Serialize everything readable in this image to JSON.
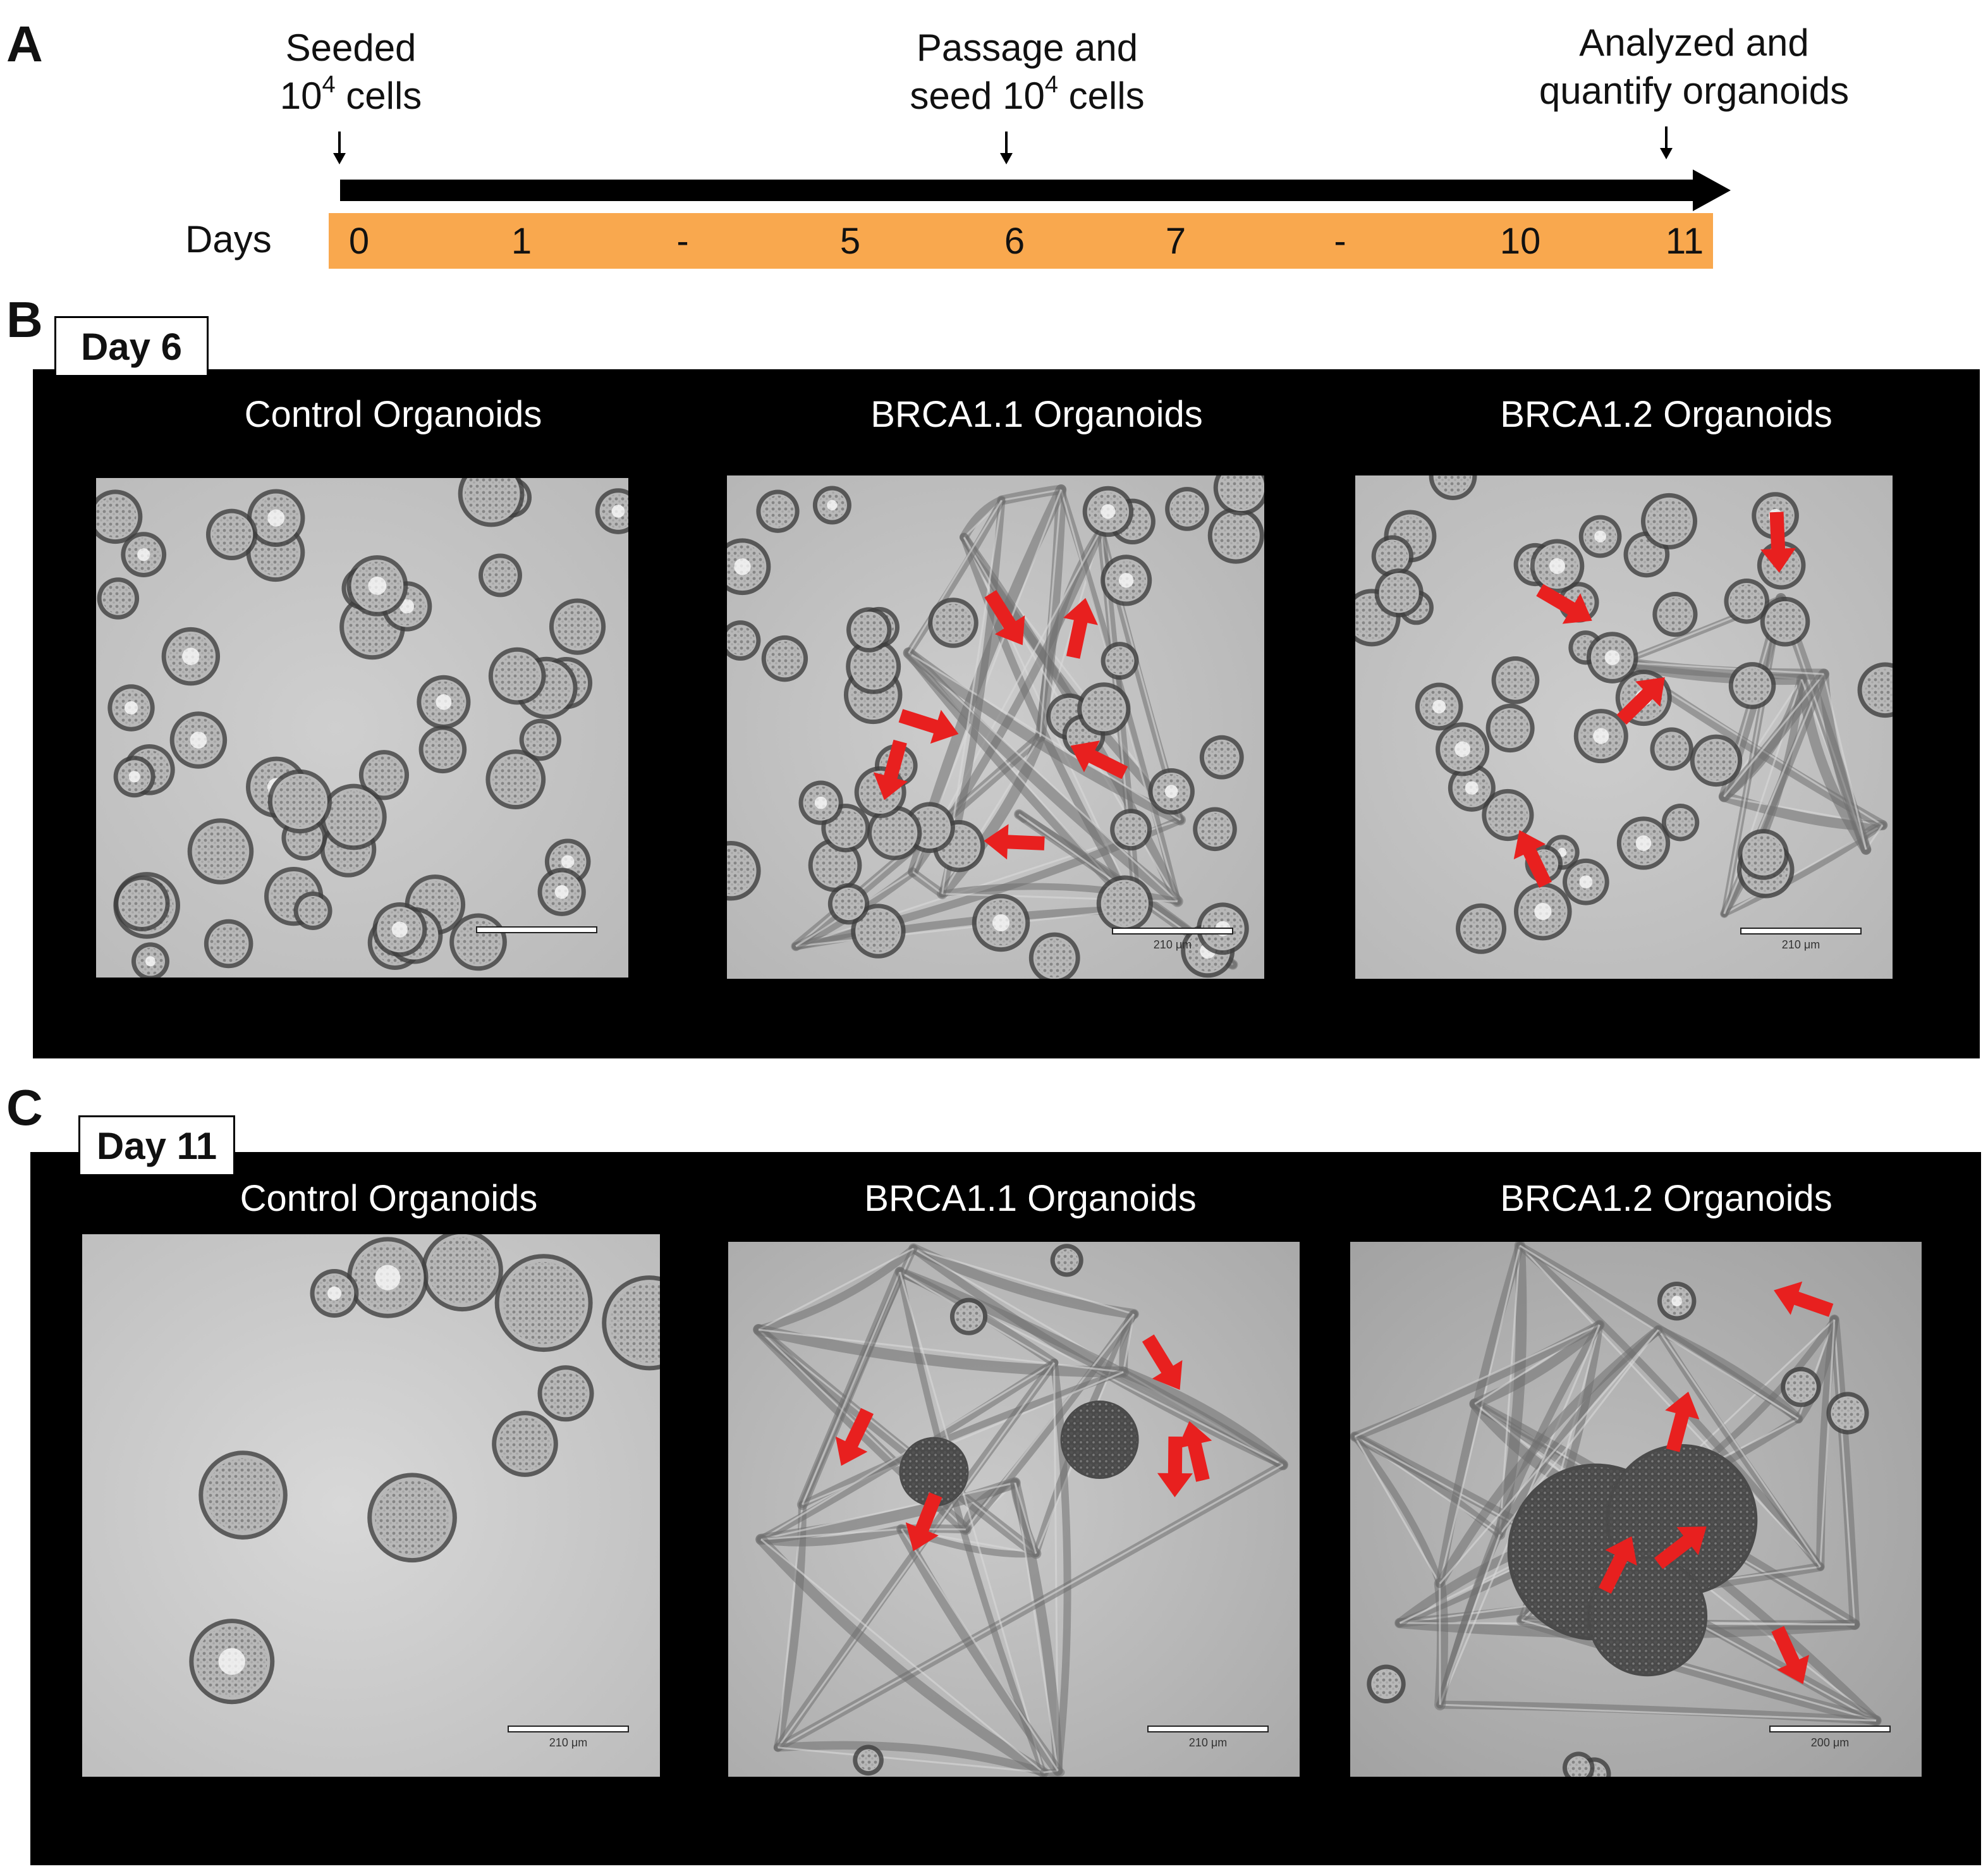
{
  "panels": {
    "a": {
      "letter": "A",
      "events": {
        "seeded": {
          "line1": "Seeded",
          "line2_pre": "10",
          "line2_sup": "4",
          "line2_post": " cells"
        },
        "passage": {
          "line1": "Passage and",
          "line2_pre": "seed 10",
          "line2_sup": "4",
          "line2_post": " cells"
        },
        "analyzed": {
          "line1": "Analyzed and",
          "line2": "quantify organoids"
        }
      },
      "days_label": "Days",
      "day_ticks": [
        "0",
        "1",
        "-",
        "5",
        "6",
        "7",
        "-",
        "10",
        "11"
      ],
      "colors": {
        "timeline_bar": "#f9a84e",
        "arrow": "#000000"
      }
    },
    "b": {
      "letter": "B",
      "day_tag": "Day 6",
      "columns": [
        "Control Organoids",
        "BRCA1.1 Organoids",
        "BRCA1.2 Organoids"
      ],
      "scale_bar_labels": [
        "",
        "210 μm",
        "210 μm"
      ],
      "images": [
        {
          "name": "control",
          "arrows": 0
        },
        {
          "name": "brca1-1",
          "arrows": 6
        },
        {
          "name": "brca1-2",
          "arrows": 4
        }
      ]
    },
    "c": {
      "letter": "C",
      "day_tag": "Day 11",
      "columns": [
        "Control Organoids",
        "BRCA1.1 Organoids",
        "BRCA1.2 Organoids"
      ],
      "scale_bar_labels": [
        "210 μm",
        "210 μm",
        "200 μm"
      ],
      "images": [
        {
          "name": "control",
          "arrows": 0
        },
        {
          "name": "brca1-1",
          "arrows": 5
        },
        {
          "name": "brca1-2",
          "arrows": 5
        }
      ]
    }
  },
  "colors": {
    "annotation_arrow": "#e8201f",
    "panel_background": "#000000"
  }
}
